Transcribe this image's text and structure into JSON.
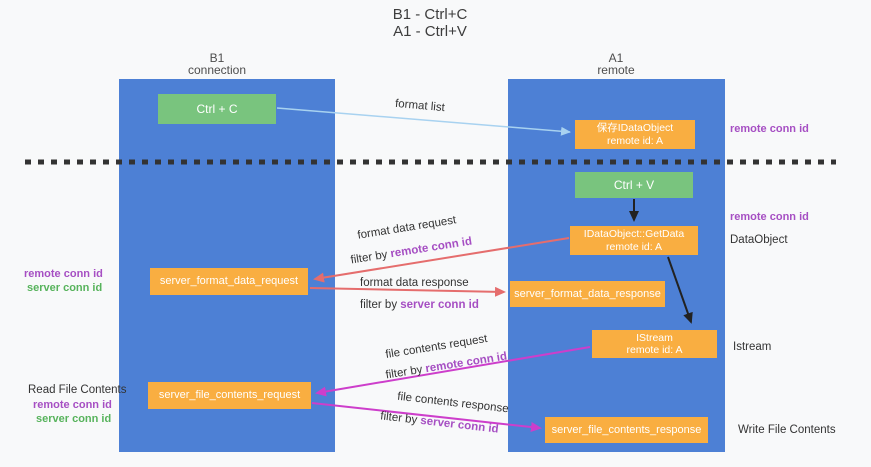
{
  "palette": {
    "background": "#f8f9fa",
    "column_blue": "#4d80d5",
    "box_orange": "#f9ae41",
    "box_green": "#79c47e",
    "arrow_red": "#e56d6d",
    "arrow_magenta": "#cd3ecb",
    "arrow_light_blue": "#a8d2f0",
    "arrow_black": "#222222",
    "highlight_purple": "#a64fc3",
    "highlight_green": "#57b35c"
  },
  "title": {
    "line1": "B1 - Ctrl+C",
    "line2": "A1 - Ctrl+V"
  },
  "columns": {
    "left": {
      "title": "B1",
      "subtitle": "connection"
    },
    "right": {
      "title": "A1",
      "subtitle": "remote"
    }
  },
  "boxes": {
    "ctrl_c": {
      "label": "Ctrl + C"
    },
    "save_idataobject": {
      "line1": "保存IDataObject",
      "line2": "remote id: A"
    },
    "ctrl_v": {
      "label": "Ctrl + V"
    },
    "getdata": {
      "line1": "IDataObject::GetData",
      "line2": "remote id: A"
    },
    "format_request": {
      "label": "server_format_data_request"
    },
    "format_response": {
      "label": "server_format_data_response"
    },
    "istream": {
      "line1": "IStream",
      "line2": "remote id: A"
    },
    "file_request": {
      "label": "server_file_contents_request"
    },
    "file_response": {
      "label": "server_file_contents_response"
    }
  },
  "arrow_labels": {
    "format_list": "format list",
    "format_request": "format data request",
    "format_request_filter_prefix": "filter by ",
    "format_request_filter_key": "remote conn id",
    "format_response": "format data response",
    "format_response_filter_prefix": "filter by ",
    "format_response_filter_key": "server conn id",
    "file_request": "file contents request",
    "file_request_filter_prefix": "filter by ",
    "file_request_filter_key": "remote conn id",
    "file_response": "file contents response",
    "file_response_filter_prefix": "filter by ",
    "file_response_filter_key": "server conn id"
  },
  "side_labels": {
    "remote_conn_top": "remote conn id",
    "remote_conn_mid": "remote conn id",
    "dataobject": "DataObject",
    "istream": "Istream",
    "write_file_contents": "Write File Contents",
    "format_remote": "remote conn id",
    "format_server": "server conn id",
    "read_file_contents": "Read File Contents",
    "file_remote": "remote conn id",
    "file_server": "server conn id"
  }
}
